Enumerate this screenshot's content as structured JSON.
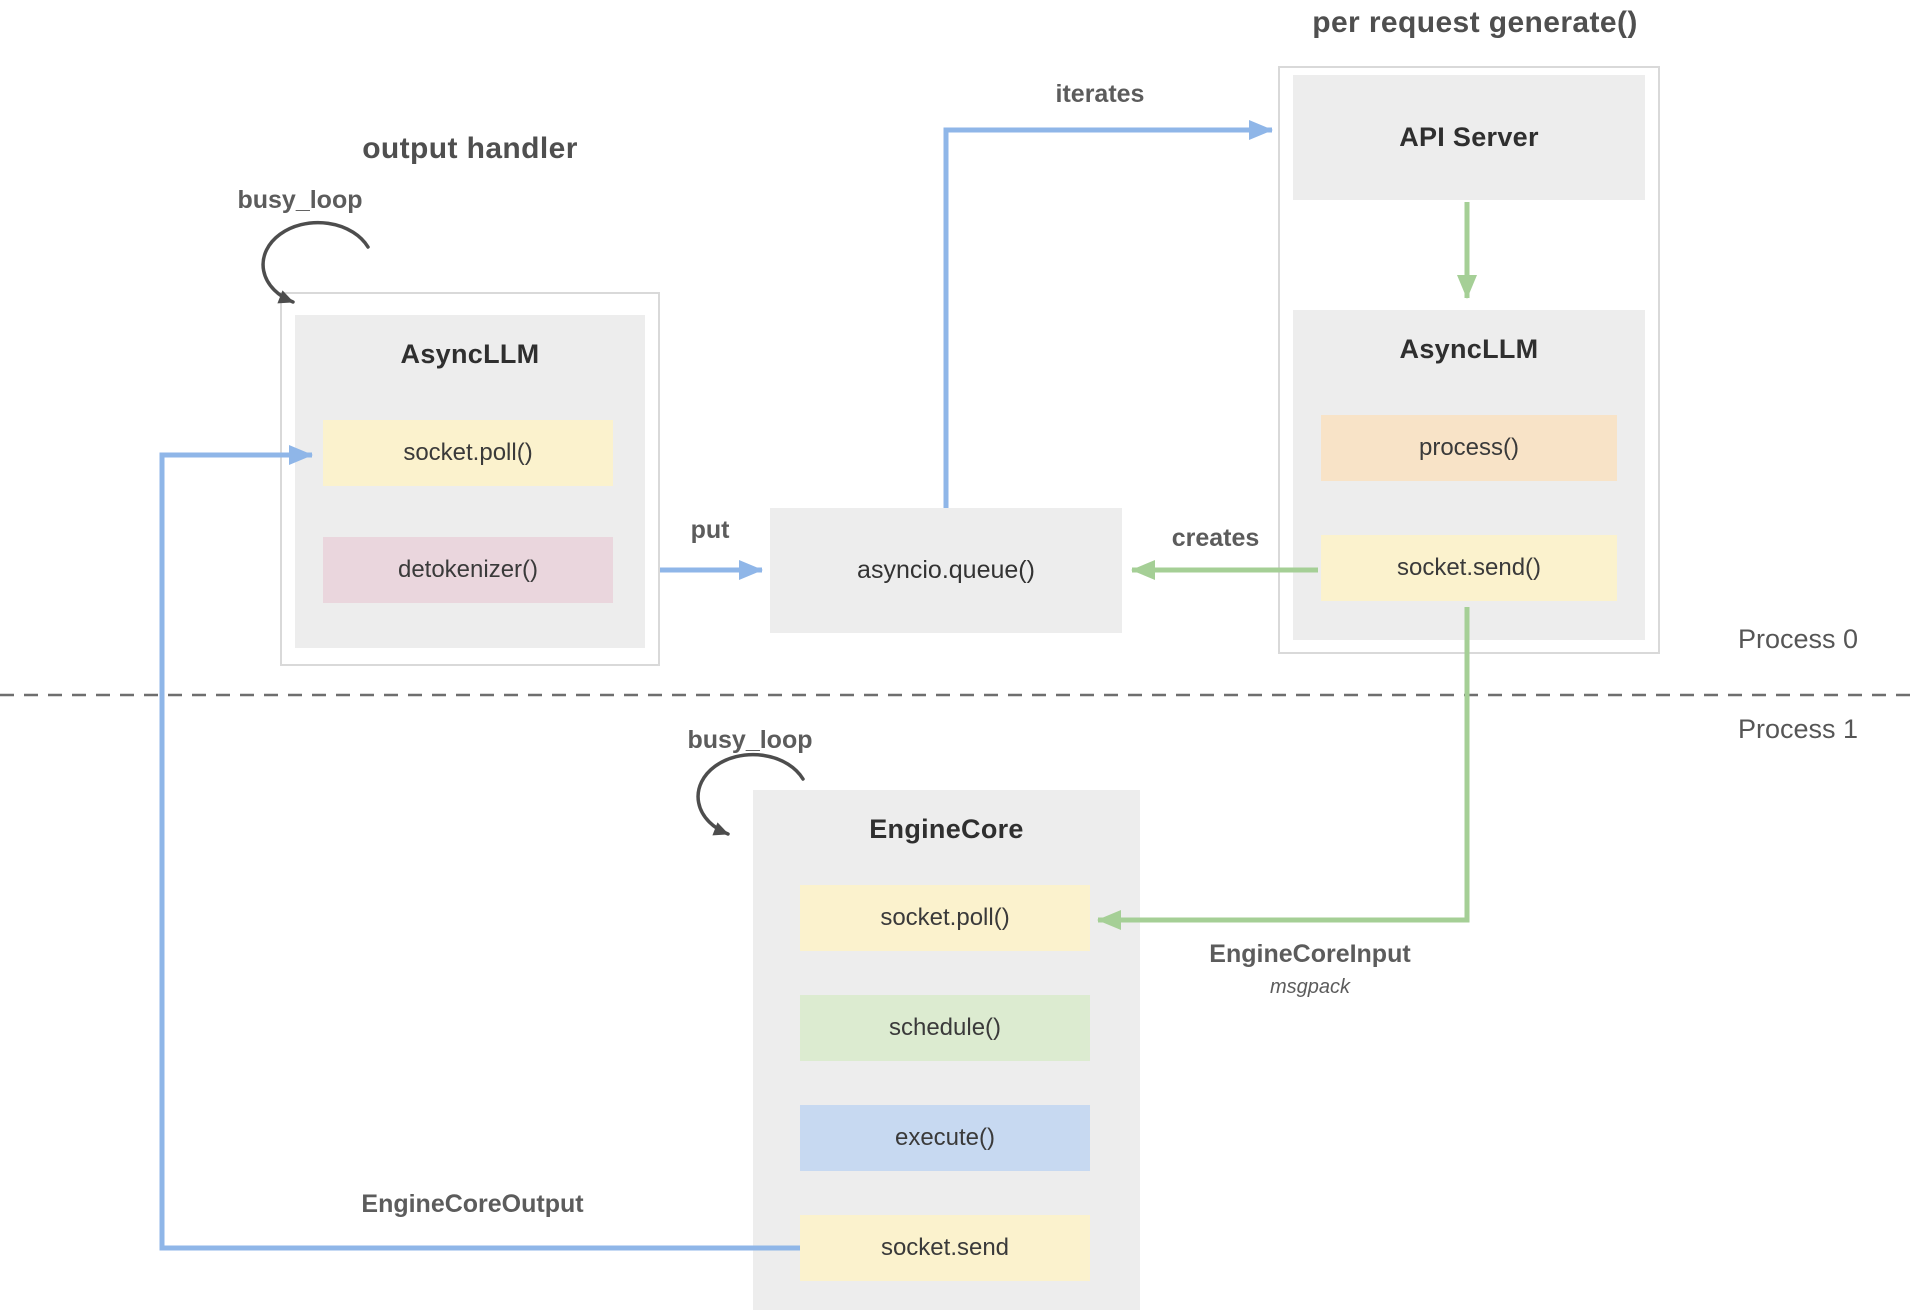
{
  "titles": {
    "output_handler": "output handler",
    "per_request_generate": "per request generate()",
    "process_0": "Process 0",
    "process_1": "Process 1"
  },
  "arrow_labels": {
    "busy_loop_top": "busy_loop",
    "busy_loop_bottom": "busy_loop",
    "put": "put",
    "iterates": "iterates",
    "creates": "creates",
    "engine_core_input": "EngineCoreInput",
    "engine_core_input_format": "msgpack",
    "engine_core_output": "EngineCoreOutput"
  },
  "nodes": {
    "async_llm_left": {
      "title": "AsyncLLM",
      "items": [
        {
          "label": "socket.poll()",
          "color": "#fbf2cd"
        },
        {
          "label": "detokenizer()",
          "color": "#ead6dd"
        }
      ]
    },
    "api_server": {
      "title": "API Server"
    },
    "async_llm_right": {
      "title": "AsyncLLM",
      "items": [
        {
          "label": "process()",
          "color": "#f8e3c7"
        },
        {
          "label": "socket.send()",
          "color": "#fbf2cd"
        }
      ]
    },
    "asyncio_queue": {
      "title": "asyncio.queue()"
    },
    "engine_core": {
      "title": "EngineCore",
      "items": [
        {
          "label": "socket.poll()",
          "color": "#fbf2cd"
        },
        {
          "label": "schedule()",
          "color": "#dcebd0"
        },
        {
          "label": "execute()",
          "color": "#c7d9f1"
        },
        {
          "label": "socket.send",
          "color": "#fbf2cd"
        }
      ]
    }
  },
  "colors": {
    "blue_arrow": "#8fb6e8",
    "green_arrow": "#a5cf96",
    "dark_arrow": "#4d4d4d",
    "box_gray": "#ededed",
    "outer_border": "#d9d9d9",
    "divider": "#6e6e6e"
  }
}
